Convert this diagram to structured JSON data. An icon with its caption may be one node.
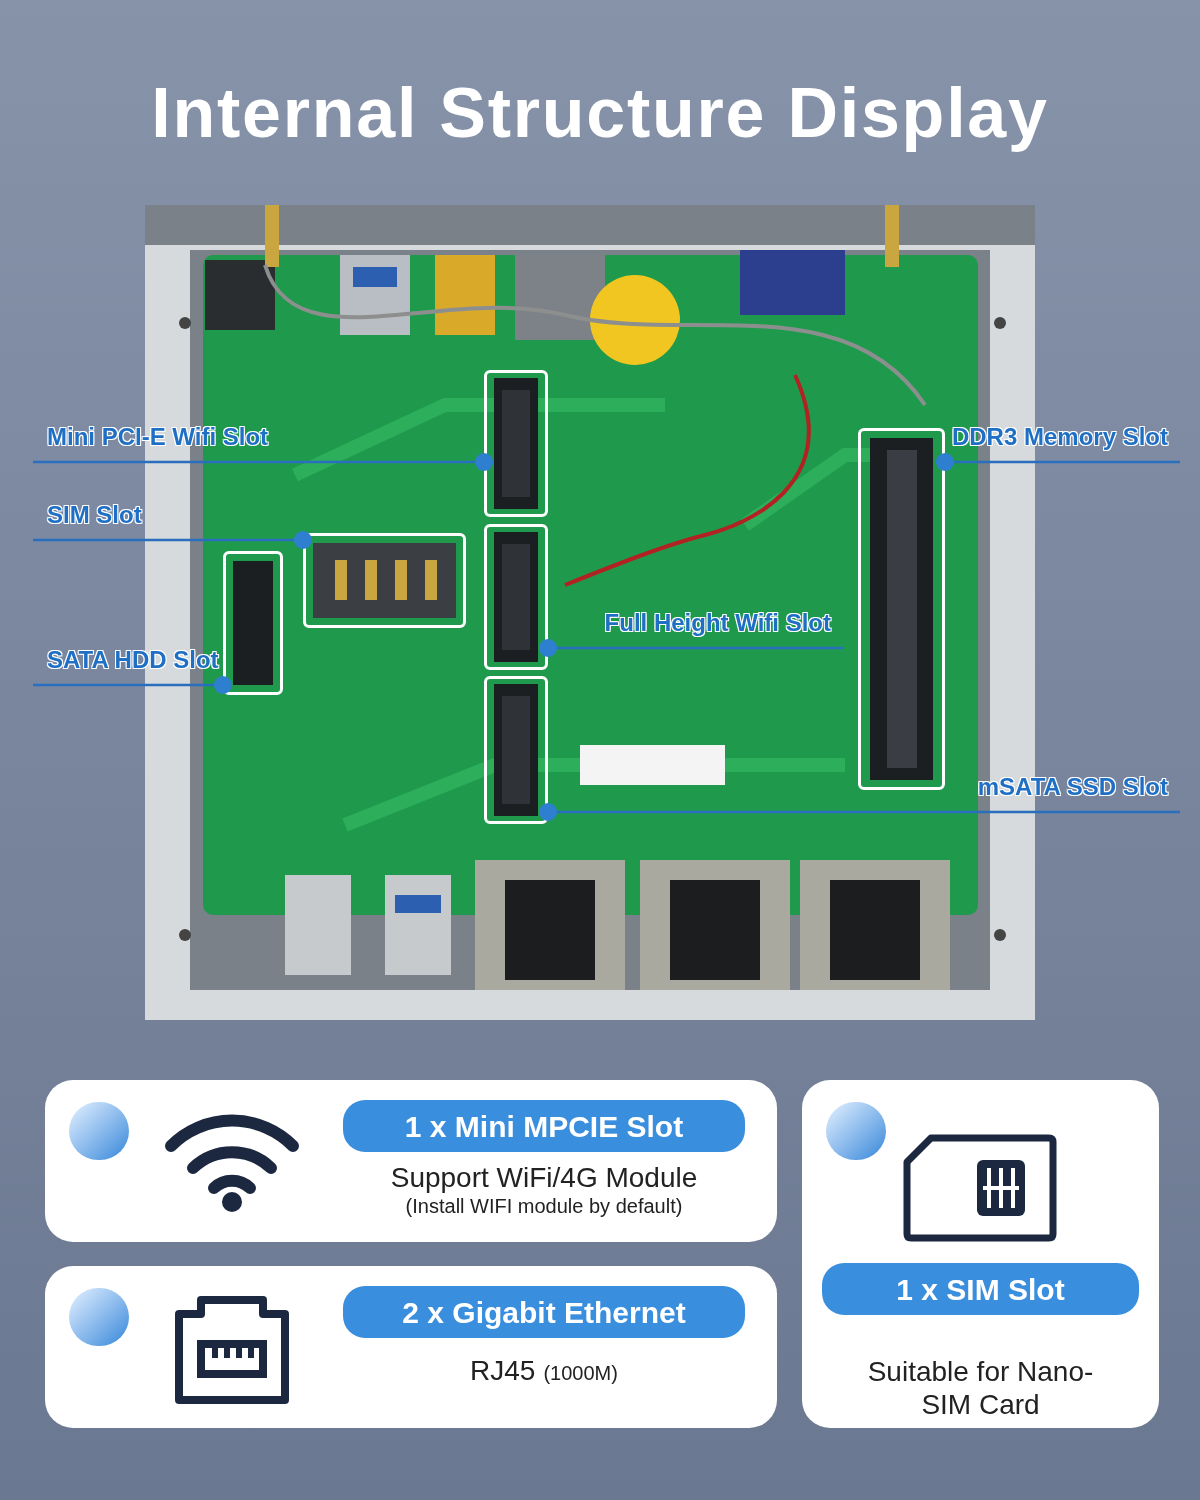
{
  "diagram": {
    "title": "Internal Structure Display",
    "nodes": [
      {
        "text": [],
        "shape": "picture"
      },
      {
        "text": [
          "Mini PCI-E Wifi Slot"
        ]
      },
      {
        "text": [],
        "shape": "box",
        "in": 0
      },
      {
        "text": [
          "SIM Slot"
        ]
      },
      {
        "text": [],
        "shape": "box",
        "in": 0
      },
      {
        "text": [
          "SATA HDD Slot"
        ]
      },
      {
        "text": [],
        "shape": "box",
        "in": 0
      },
      {
        "text": [
          "Full Height Wifi Slot"
        ],
        "in": 0
      },
      {
        "text": [],
        "shape": "box",
        "in": 0
      },
      {
        "text": [
          "DDR3 Memory Slot"
        ]
      },
      {
        "text": [],
        "shape": "box",
        "in": 0
      },
      {
        "text": [
          "mSATA SSD Slot"
        ]
      },
      {
        "text": [],
        "shape": "box",
        "in": 0
      },
      {
        "text": [
          "1 x Mini MPCIE Slot",
          "Support WiFi/4G Module",
          "(Install WIFI module by default)"
        ]
      },
      {
        "text": [
          "2 x Gigabit Ethernet",
          "RJ45",
          "(1000M)"
        ]
      },
      {
        "text": [
          "1 x SIM Slot",
          "Suitable for Nano-SIM Card"
        ]
      }
    ],
    "edges": [
      {
        "from": 1,
        "to": 2,
        "arrow": "other"
      },
      {
        "from": 3,
        "to": 4,
        "arrow": "other"
      },
      {
        "from": 5,
        "to": 6,
        "arrow": "other"
      },
      {
        "from": 7,
        "to": 8,
        "arrow": "other"
      },
      {
        "from": 9,
        "to": 10,
        "arrow": "other"
      },
      {
        "from": 11,
        "to": 12,
        "arrow": "other"
      }
    ]
  }
}
